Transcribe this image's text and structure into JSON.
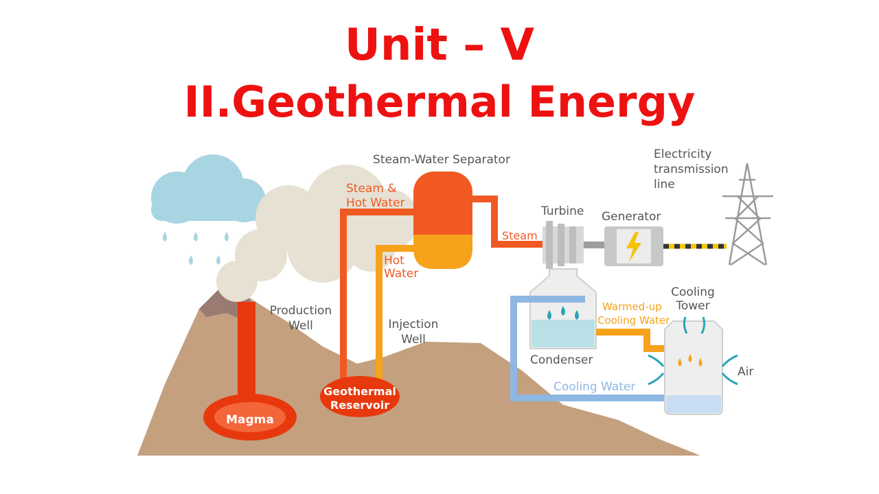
{
  "title": {
    "line1": "Unit – V",
    "line2": "II.Geothermal Energy"
  },
  "labels": {
    "separator": "Steam-Water Separator",
    "electricity": [
      "Electricity",
      "transmission",
      "line"
    ],
    "steam_hot_water": [
      "Steam &",
      "Hot Water"
    ],
    "turbine": "Turbine",
    "generator": "Generator",
    "steam": "Steam",
    "hot_water": [
      "Hot",
      "Water"
    ],
    "production_well": [
      "Production",
      "Well"
    ],
    "injection_well": [
      "Injection",
      "Well"
    ],
    "cooling_tower": [
      "Cooling",
      "Tower"
    ],
    "warmed_up": [
      "Warmed-up",
      "Cooling Water"
    ],
    "condenser": "Condenser",
    "air": "Air",
    "cooling_water": "Cooling Water",
    "geothermal_reservoir": [
      "Geothermal",
      "Reservoir"
    ],
    "magma": "Magma"
  },
  "colors": {
    "title": "#ee1111",
    "steam_pipe": "#f05a22",
    "hot_water_pipe": "#f7a21b",
    "cooling_pipe": "#8fb7e3",
    "ground": "#c4a07f",
    "magma": "#e8380d",
    "cloud": "#a8d5e2",
    "smoke": "#e7e1d3",
    "label": "#555555"
  }
}
